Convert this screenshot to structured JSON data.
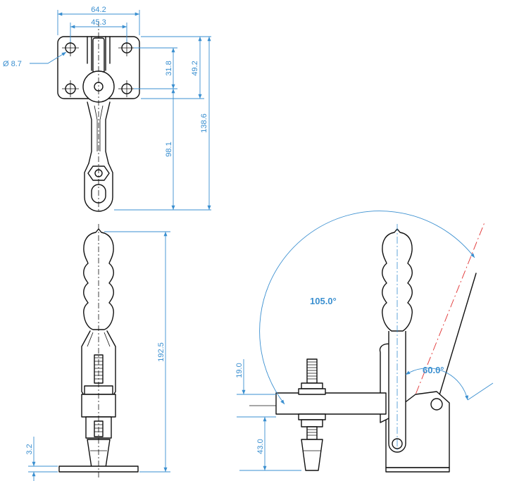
{
  "dimensions": {
    "top_width_overall": "64.2",
    "top_width_holes": "45.3",
    "hole_diameter": "Ø 8.7",
    "hole_spacing": "31.8",
    "base_length": "49.2",
    "arm_length": "98.1",
    "overall_length": "138.6",
    "overall_height": "192.5",
    "base_thickness": "3.2",
    "bar_height": "19.0",
    "spindle_height": "43.0",
    "angle_handle": "105.0°",
    "angle_arm": "60.0°"
  },
  "colors": {
    "dimension": "#3a8fd0",
    "outline": "#111111",
    "reference_line": "#e03030"
  }
}
